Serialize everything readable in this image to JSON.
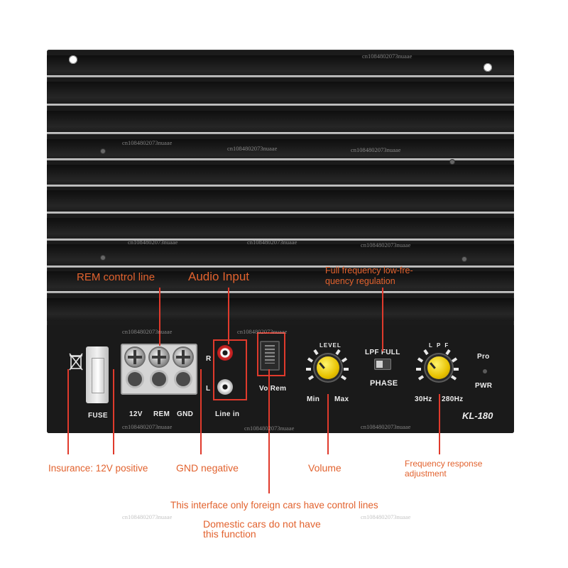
{
  "panel": {
    "model": "KL-180",
    "labels": {
      "fuse": "FUSE",
      "v12": "12V",
      "rem": "REM",
      "gnd": "GND",
      "r": "R",
      "l": "L",
      "line_in": "Line in",
      "vo_rem": "Vo Rem",
      "level": "LEVEL",
      "min": "Min",
      "max": "Max",
      "lpf_full": "LPF FULL",
      "phase": "PHASE",
      "lpf_arc": "L P F",
      "hz30": "30Hz",
      "hz280": "280Hz",
      "pro": "Pro",
      "pwr": "PWR"
    }
  },
  "callouts": {
    "rem_control_line": "REM control line",
    "audio_input": "Audio Input",
    "freq_regulation_line1": "Full frequency low-fre-",
    "freq_regulation_line2": "quency regulation",
    "insurance": "Insurance: 12V positive",
    "gnd_negative": "GND negative",
    "volume": "Volume",
    "freq_response_line1": "Frequency response",
    "freq_response_line2": "adjustment",
    "control_lines_note": "This interface only foreign cars have control lines",
    "domestic_line1": "Domestic cars do not have",
    "domestic_line2": "this function"
  },
  "watermark": "cn1084802073nuaae",
  "colors": {
    "callout": "#e2622e",
    "leader_line": "#e03a2c",
    "panel": "#1b1b1b",
    "knob": "#f0d000",
    "rca_red": "#d62a2a"
  }
}
